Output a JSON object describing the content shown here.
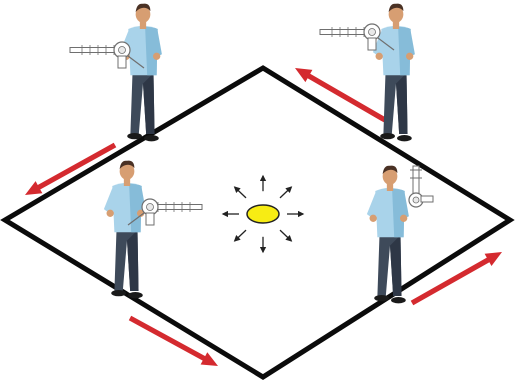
{
  "figure": {
    "subject": "rotation-around-source",
    "colors": {
      "square_outline": "#0b0b0b",
      "arrow": "#d42a2f",
      "source_fill": "#f7ec14",
      "source_stroke": "#222222",
      "ray": "#222222",
      "shirt": "#a9d3ea",
      "shirt_shade": "#86bcd9",
      "jeans": "#3e4a5a",
      "jeans_shade": "#2e3746",
      "hair": "#4a3124",
      "skin": "#d79e72",
      "shoe": "#1a1a1a",
      "instrument": "#ffffff",
      "instrument_stroke": "#6f6f6f"
    },
    "icons": {
      "source": "light-source-icon",
      "ray": "ray-arrow-icon",
      "direction": "direction-arrow-icon",
      "person": "person-with-instrument-icon",
      "instrument": "detector-instrument-icon"
    },
    "people_count": 4,
    "arrow_count": 4,
    "ray_count": 8
  }
}
